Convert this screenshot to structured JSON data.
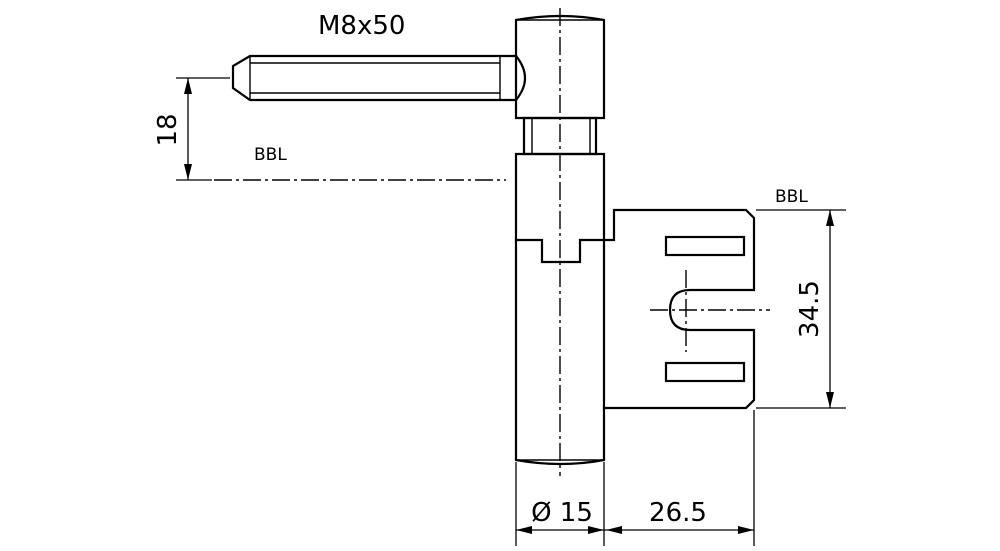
{
  "labels": {
    "bolt": "M8x50",
    "left_height": "18",
    "left_ref": "BBL",
    "right_ref": "BBL",
    "right_height": "34.5",
    "diameter": "Ø 15",
    "offset": "26.5"
  }
}
